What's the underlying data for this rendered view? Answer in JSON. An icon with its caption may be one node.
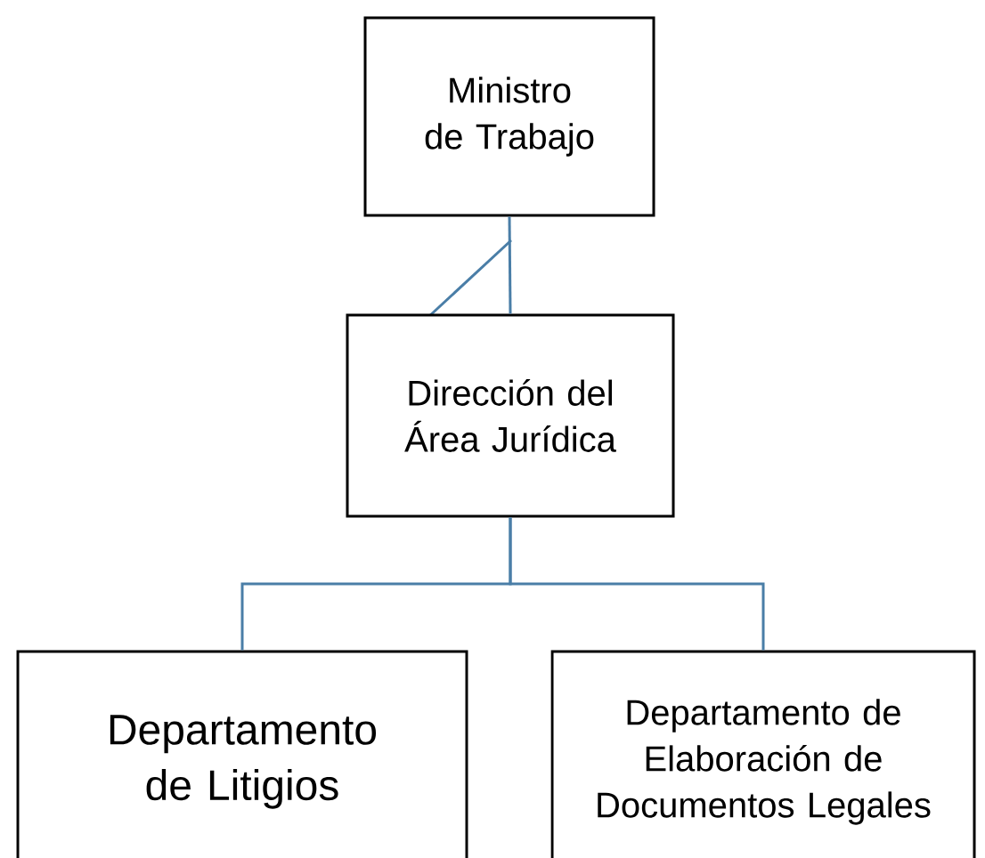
{
  "diagram": {
    "nodes": [
      {
        "text": [
          "Ministro de Trabajo"
        ]
      },
      {
        "text": [
          "Dirección del Área Jurídica"
        ]
      },
      {
        "text": [
          "Departamento de Litigios"
        ]
      },
      {
        "text": [
          "Departamento de Elaboración de Documentos Legales"
        ]
      }
    ],
    "edges": [
      {
        "from": 0,
        "to": 1,
        "arrow": "none"
      },
      {
        "from": 1,
        "to": 2,
        "arrow": "none"
      },
      {
        "from": 1,
        "to": 3,
        "arrow": "none"
      }
    ]
  }
}
